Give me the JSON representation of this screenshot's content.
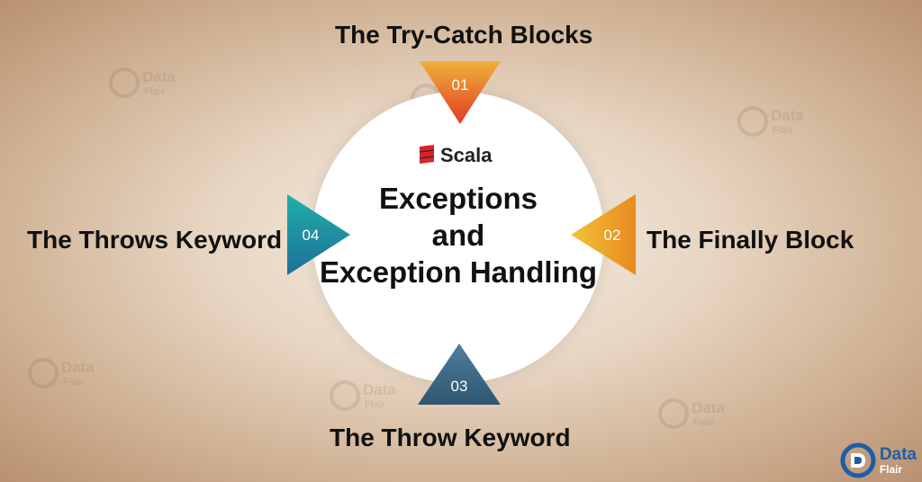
{
  "center": {
    "brand": "Scala",
    "title_line1": "Exceptions",
    "title_line2": "and",
    "title_line3": "Exception Handling"
  },
  "items": [
    {
      "number": "01",
      "label": "The Try-Catch Blocks",
      "color_a": "#f0b13a",
      "color_b": "#e23b24"
    },
    {
      "number": "02",
      "label": "The Finally Block",
      "color_a": "#f4c238",
      "color_b": "#e78a1f"
    },
    {
      "number": "03",
      "label": "The Throw Keyword",
      "color_a": "#4f7f9e",
      "color_b": "#2f566f"
    },
    {
      "number": "04",
      "label": "The Throws Keyword",
      "color_a": "#1fb0a7",
      "color_b": "#1e6f9a"
    }
  ],
  "logo": {
    "data_text": "Data",
    "flair_text": "Flair"
  },
  "colors": {
    "scala_red": "#d8232a",
    "dataflair_blue": "#1e5ea8",
    "text_dark": "#111111"
  },
  "icons": [
    "scala-logo-icon",
    "dataflair-logo-icon",
    "watermark-icon"
  ]
}
